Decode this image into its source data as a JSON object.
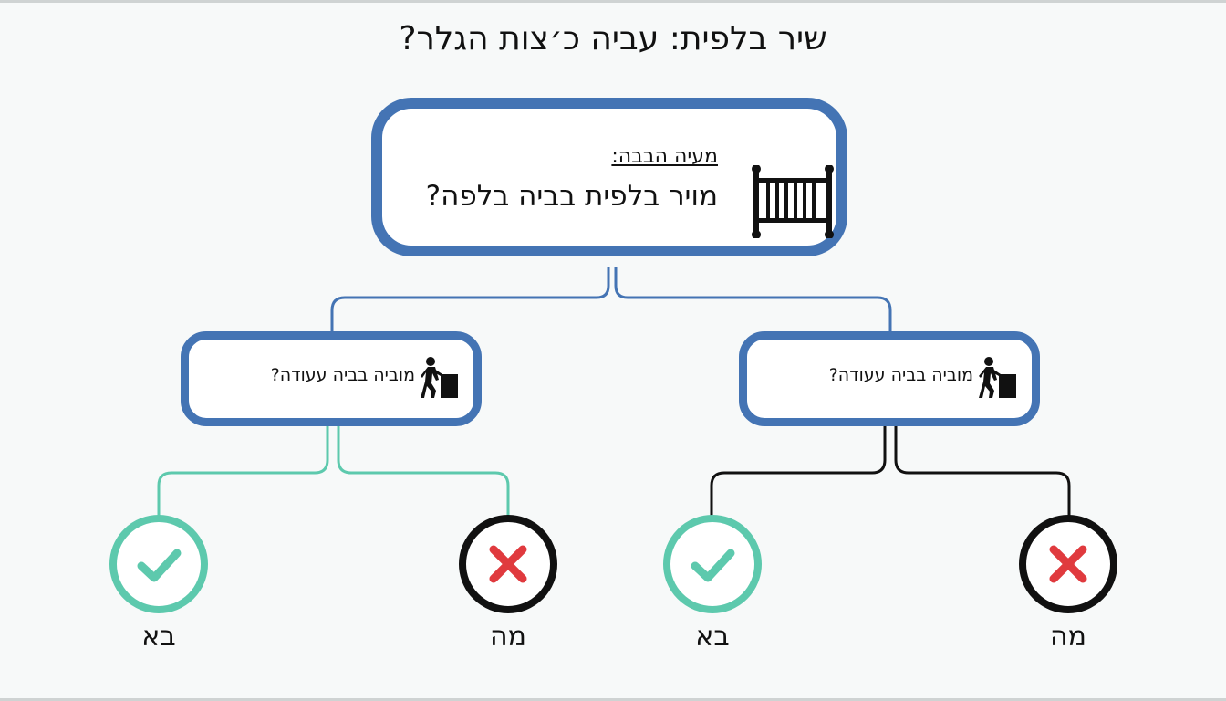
{
  "title": "שיר בלפית: עביה כ׳צות הגלר?",
  "root": {
    "heading": "מעיה הבבה:",
    "question": "מויר בלפית בביה בלפה?",
    "icon": "crib-icon"
  },
  "branches": [
    {
      "question": "מוביה בביה עעודה?",
      "icon": "child-pushing-box-icon",
      "connector_color": "#5dc9ad",
      "answers": [
        {
          "label": "בא",
          "icon": "checkmark-icon",
          "color": "#5dc9ad"
        },
        {
          "label": "מה",
          "icon": "x-mark-icon",
          "color": "#e03a3e"
        }
      ]
    },
    {
      "question": "מוביה בביה עעודה?",
      "icon": "child-pushing-box-icon",
      "connector_color": "#111111",
      "answers": [
        {
          "label": "בא",
          "icon": "checkmark-icon",
          "color": "#5dc9ad"
        },
        {
          "label": "מה",
          "icon": "x-mark-icon",
          "color": "#e03a3e"
        }
      ]
    }
  ],
  "colors": {
    "box_border": "#4474b4",
    "yes": "#5dc9ad",
    "no": "#e03a3e",
    "no_ring": "#111111"
  }
}
